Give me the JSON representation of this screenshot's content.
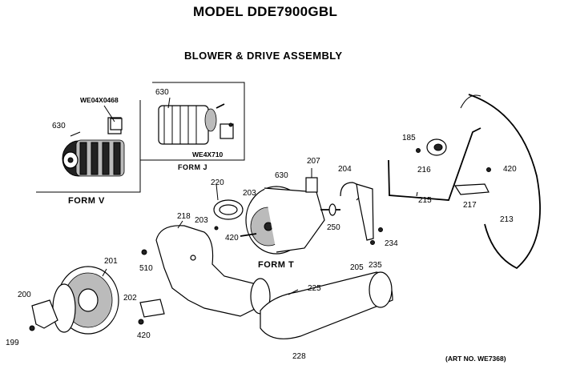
{
  "header": {
    "title": "MODEL DDE7900GBL",
    "subtitle": "BLOWER & DRIVE ASSEMBLY"
  },
  "forms": {
    "form_v": "FORM V",
    "form_j": "FORM J",
    "form_t": "FORM T"
  },
  "part_numbers": {
    "pn_v": "WE04X0468",
    "pn_j": "WE4X710"
  },
  "callouts": {
    "c630_v": "630",
    "c630_j": "630",
    "c630_t": "630",
    "c185": "185",
    "c216": "216",
    "c420_a": "420",
    "c207": "207",
    "c204": "204",
    "c220": "220",
    "c203_a": "203",
    "c203_b": "203",
    "c420_b": "420",
    "c218": "218",
    "c250": "250",
    "c234": "234",
    "c215": "215",
    "c217": "217",
    "c213": "213",
    "c510": "510",
    "c201": "201",
    "c205": "205",
    "c235": "235",
    "c225": "225",
    "c200": "200",
    "c202": "202",
    "c199": "199",
    "c420_c": "420",
    "c228": "228"
  },
  "footer": {
    "art_no": "(ART NO. WE7368)"
  }
}
